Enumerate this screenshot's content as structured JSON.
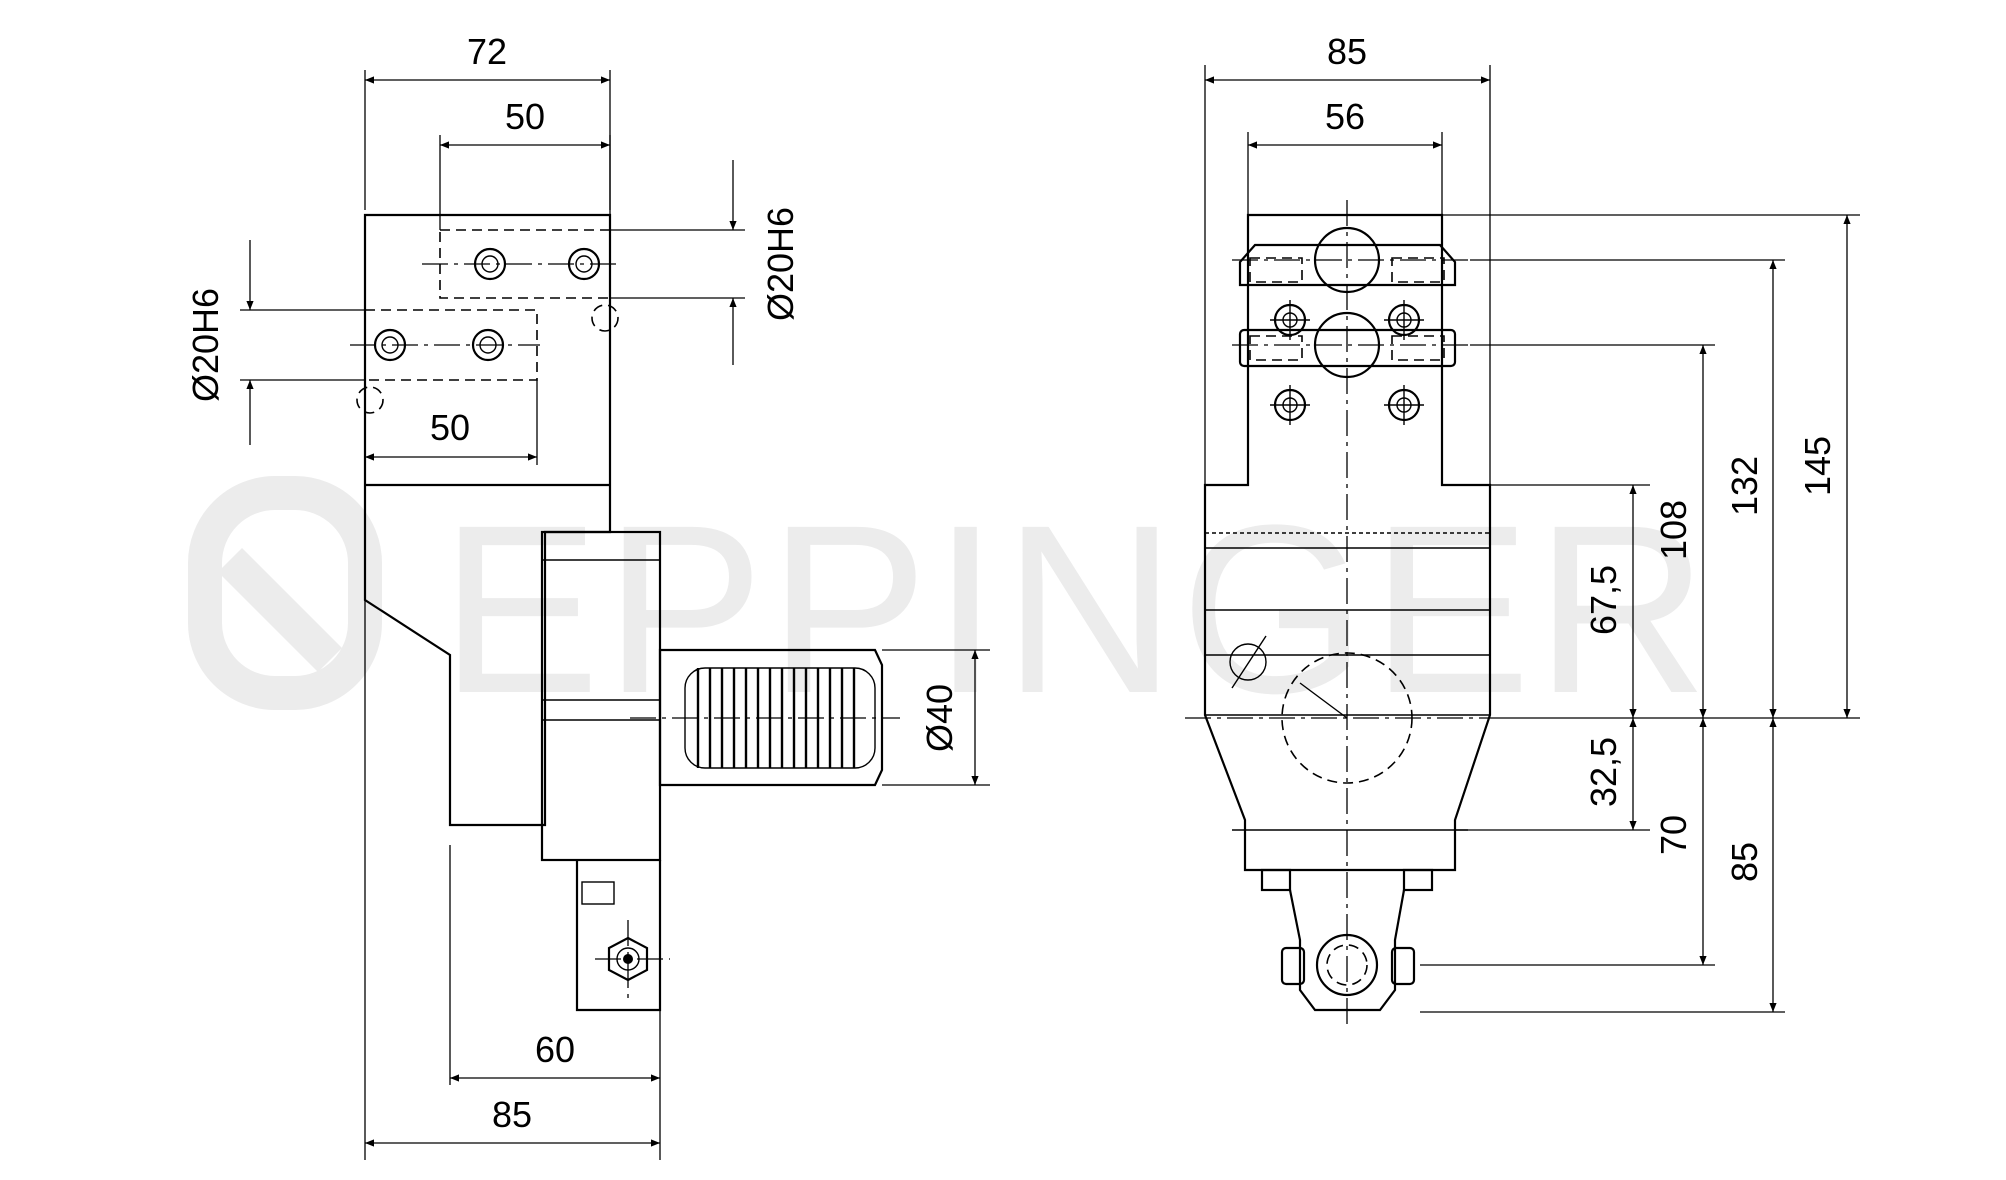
{
  "watermark": "EPPINGER",
  "left_view": {
    "dims": {
      "top_overall": "72",
      "top_holes": "50",
      "lower_holes": "50",
      "bore_left": "Ø20H6",
      "bore_right": "Ø20H6",
      "shank": "Ø40",
      "bottom_inner": "60",
      "bottom_overall": "85"
    }
  },
  "right_view": {
    "dims": {
      "top_overall": "85",
      "top_inner": "56",
      "h_145": "145",
      "h_132": "132",
      "h_108": "108",
      "h_67_5": "67,5",
      "h_32_5": "32,5",
      "h_70": "70",
      "h_85": "85"
    }
  }
}
